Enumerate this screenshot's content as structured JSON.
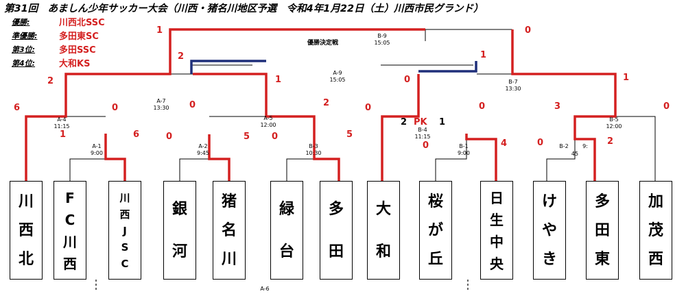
{
  "header": {
    "title": "第31回　あましん少年サッカー大会（川西・猪名川地区予選　令和4年1月22日（土）川西市民グランド）"
  },
  "results": [
    {
      "rank": "優勝:",
      "team": "川西北SSC"
    },
    {
      "rank": "準優勝:",
      "team": "多田東SC"
    },
    {
      "rank": "第3位:",
      "team": "多田SSC"
    },
    {
      "rank": "第4位:",
      "team": "大和KS"
    }
  ],
  "final_label": "優勝決定戦",
  "teams": [
    {
      "name": "川西北",
      "chars": [
        "川",
        "西",
        "北"
      ]
    },
    {
      "name": "FC川西",
      "chars": [
        "F",
        "C",
        "川",
        "西"
      ]
    },
    {
      "name": "川西JSC",
      "chars": [
        "川",
        "西",
        "J",
        "S",
        "C"
      ]
    },
    {
      "name": "銀河",
      "chars": [
        "銀",
        "河"
      ]
    },
    {
      "name": "猪名川",
      "chars": [
        "猪",
        "名",
        "川"
      ]
    },
    {
      "name": "緑台",
      "chars": [
        "緑",
        "台"
      ]
    },
    {
      "name": "多田",
      "chars": [
        "多",
        "田"
      ]
    },
    {
      "name": "大和",
      "chars": [
        "大",
        "和"
      ]
    },
    {
      "name": "桜が丘",
      "chars": [
        "桜",
        "が",
        "丘"
      ]
    },
    {
      "name": "日生中央",
      "chars": [
        "日",
        "生",
        "中",
        "央"
      ]
    },
    {
      "name": "けやき",
      "chars": [
        "け",
        "や",
        "き"
      ]
    },
    {
      "name": "多田東",
      "chars": [
        "多",
        "田",
        "東"
      ]
    },
    {
      "name": "加茂西",
      "chars": [
        "加",
        "茂",
        "西"
      ]
    }
  ],
  "matches": [
    {
      "id": "A-1",
      "time": "9:00"
    },
    {
      "id": "A-2",
      "time": "9:45"
    },
    {
      "id": "A-4",
      "time": "11:15"
    },
    {
      "id": "A-5",
      "time": "12:00"
    },
    {
      "id": "A-7",
      "time": "13:30"
    },
    {
      "id": "A-9",
      "time": "15:05"
    },
    {
      "id": "B-1",
      "time": "9:00"
    },
    {
      "id": "B-2",
      "time": "9:"
    },
    {
      "id": "B-3",
      "time": "10:30"
    },
    {
      "id": "B-4",
      "time": "11:15"
    },
    {
      "id": "B-5",
      "time": "12:00"
    },
    {
      "id": "B-7",
      "time": "13:30"
    },
    {
      "id": "B-9",
      "time": "15:05"
    },
    {
      "id": "A-6",
      "time": ""
    }
  ],
  "b2_time_extra": "45",
  "pk": "PK",
  "scores": {
    "a1_l": "1",
    "a1_r": "6",
    "a4_l": "6",
    "a4_r": "0",
    "a2_l": "0",
    "a2_r": "5",
    "b3_l": "0",
    "b3_r": "5",
    "a5_l": "0",
    "a5_r": "2",
    "a7_l": "2",
    "a7_r": "1",
    "b1_l": "0",
    "b1_r": "4",
    "b4_l": "0",
    "b4_r": "0",
    "b4_pk_l": "2",
    "b4_pk_r": "1",
    "b2_l": "0",
    "b2_r": "2",
    "b5_l": "3",
    "b5_r": "0",
    "a9_l": "2",
    "a9_r": "1",
    "b7_l": "0",
    "b7_r": "1",
    "b9_l": "1",
    "b9_r": "0"
  }
}
